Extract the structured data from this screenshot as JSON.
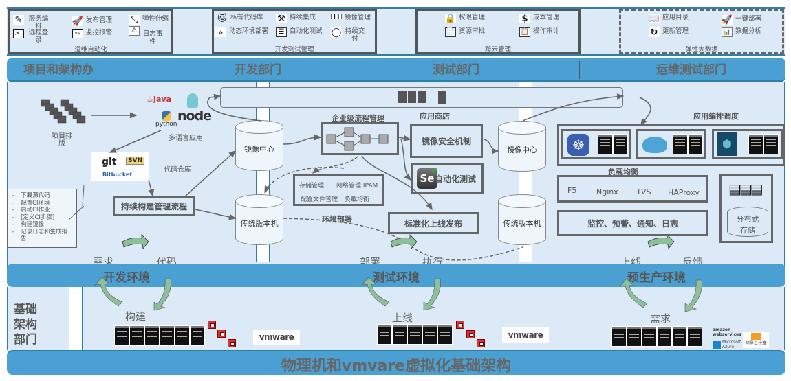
{
  "top_groups": [
    {
      "title": "运维自动化",
      "items": [
        {
          "icon": "edit-icon",
          "label": "服务编排"
        },
        {
          "icon": "terminal-icon",
          "label": "远程登录"
        },
        {
          "icon": "rocket-icon",
          "label": "发布管理"
        },
        {
          "icon": "monitor-chart-icon",
          "label": "监控报警"
        },
        {
          "icon": "resize-arrows-icon",
          "label": "弹性伸缩"
        },
        {
          "icon": "warning-log-icon",
          "label": "日志事件"
        }
      ]
    },
    {
      "title": "开发测试管理",
      "items": [
        {
          "icon": "github-icon",
          "label": "私有代码库"
        },
        {
          "icon": "network-nodes-icon",
          "label": "动态环境部署"
        },
        {
          "icon": "tools-icon",
          "label": "持续集成"
        },
        {
          "icon": "checklist-icon",
          "label": "自动化测试"
        },
        {
          "icon": "registry-icon",
          "label": "镜像管理"
        },
        {
          "icon": "cycle-icon",
          "label": "持续交付"
        }
      ]
    },
    {
      "title": "跨云管理",
      "items": [
        {
          "icon": "lock-icon",
          "label": "权限管理"
        },
        {
          "icon": "document-icon",
          "label": "资源审批"
        },
        {
          "icon": "dollar-icon",
          "label": "成本管理"
        },
        {
          "icon": "clipboard-icon",
          "label": "操作审计"
        }
      ]
    },
    {
      "title": "弹性大数据",
      "items": [
        {
          "icon": "book-icon",
          "label": "应用目录"
        },
        {
          "icon": "refresh-icon",
          "label": "更新管理"
        },
        {
          "icon": "rocket-icon",
          "label": "一键部署"
        },
        {
          "icon": "analytics-icon",
          "label": "数据分析"
        }
      ]
    }
  ],
  "departments": [
    "项目和架构办",
    "开发部门",
    "测试部门",
    "运维测试部门"
  ],
  "main": {
    "project_label": "项目排版",
    "languages": {
      "java": "Java",
      "python": "python",
      "node": "node",
      "caption": "多语言应用"
    },
    "repos": {
      "git": "git",
      "svn": "SVN",
      "bitbucket": "Bitbucket",
      "caption": "代码仓库"
    },
    "ci_steps": [
      "下载源代码",
      "配置CI环境",
      "启动CI作业",
      "[定义CI步骤]",
      "构建镜像",
      "记录日志和生成报告"
    ],
    "ci_box": "持续构建管理流程",
    "image_center_1": "镜像中心",
    "legacy_1": "传统版本机",
    "workflow_title": "企业级流程管理",
    "app_store_title": "应用商店",
    "image_security": "镜像安全机制",
    "auto_test": "自动化测试",
    "env_services": [
      "存储管理",
      "网络管理 IPAM",
      "配置文件管理",
      "负载均衡"
    ],
    "env_deploy": "环境部署",
    "standard_release": "标准化上线发布",
    "image_center_2": "镜像中心",
    "legacy_2": "传统版本机",
    "orchestration_title": "应用编排调度",
    "lb_title": "负载均衡",
    "lb_items": [
      "F5",
      "Nginx",
      "LVS",
      "HAProxy"
    ],
    "monitoring": "监控、预警、通知、日志",
    "dist_storage": "分布式存储",
    "flow_labels": {
      "dev": [
        "需求",
        "代码"
      ],
      "test": [
        "部署",
        "执行"
      ],
      "prod": [
        "上线",
        "反馈"
      ]
    }
  },
  "environments": [
    {
      "name": "开发环境",
      "cycle_label": "构建"
    },
    {
      "name": "测试环境",
      "cycle_label": "上线"
    },
    {
      "name": "预生产环境",
      "cycle_label": "需求"
    }
  ],
  "infra_department": "基础架构部门",
  "vmware": "vmware",
  "clouds": {
    "amazon": "amazon webservices",
    "azure": "Microsoft Azure",
    "aliyun": "阿里云计算"
  },
  "base_title": "物理机和vmvare虚拟化基础架构",
  "colors": {
    "band": "#4a9fd3",
    "panel": "#dceaf7",
    "border": "#2f7fa8",
    "box_border": "#666666",
    "arrow_green": "#8fbf9a"
  }
}
